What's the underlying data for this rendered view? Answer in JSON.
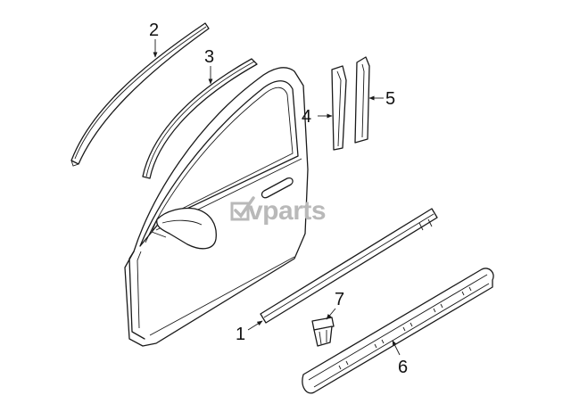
{
  "watermark": {
    "text": "vparts"
  },
  "callouts": [
    {
      "id": "1",
      "label": "1"
    },
    {
      "id": "2",
      "label": "2"
    },
    {
      "id": "3",
      "label": "3"
    },
    {
      "id": "4",
      "label": "4"
    },
    {
      "id": "5",
      "label": "5"
    },
    {
      "id": "6",
      "label": "6"
    },
    {
      "id": "7",
      "label": "7"
    }
  ]
}
